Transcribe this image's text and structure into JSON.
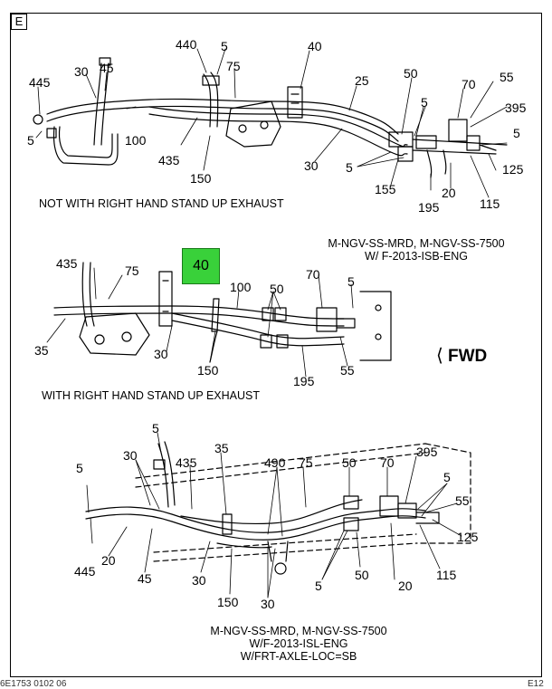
{
  "section_tag": "E",
  "fwd_label": "FWD",
  "footer": {
    "left": "6E1753 0102 06",
    "right": "E12"
  },
  "diagram1": {
    "caption": "NOT WITH RIGHT HAND STAND UP EXHAUST",
    "callouts": [
      "440",
      "5",
      "40",
      "30",
      "45",
      "75",
      "445",
      "25",
      "50",
      "70",
      "55",
      "5",
      "395",
      "100",
      "5",
      "435",
      "150",
      "5",
      "30",
      "5",
      "155",
      "195",
      "20",
      "125",
      "115"
    ]
  },
  "diagram2": {
    "note": [
      "M-NGV-SS-MRD, M-NGV-SS-7500",
      "W/ F-2013-ISB-ENG"
    ],
    "caption": "WITH RIGHT HAND STAND UP EXHAUST",
    "highlight": "40",
    "callouts": [
      "435",
      "75",
      "70",
      "100",
      "50",
      "5",
      "35",
      "30",
      "150",
      "55",
      "195"
    ]
  },
  "diagram3": {
    "note": [
      "M-NGV-SS-MRD, M-NGV-SS-7500",
      "W/F-2013-ISL-ENG",
      "W/FRT-AXLE-LOC=SB"
    ],
    "callouts": [
      "5",
      "35",
      "30",
      "435",
      "490",
      "75",
      "50",
      "70",
      "395",
      "5",
      "5",
      "55",
      "125",
      "445",
      "20",
      "45",
      "30",
      "150",
      "30",
      "5",
      "50",
      "20",
      "115"
    ]
  }
}
